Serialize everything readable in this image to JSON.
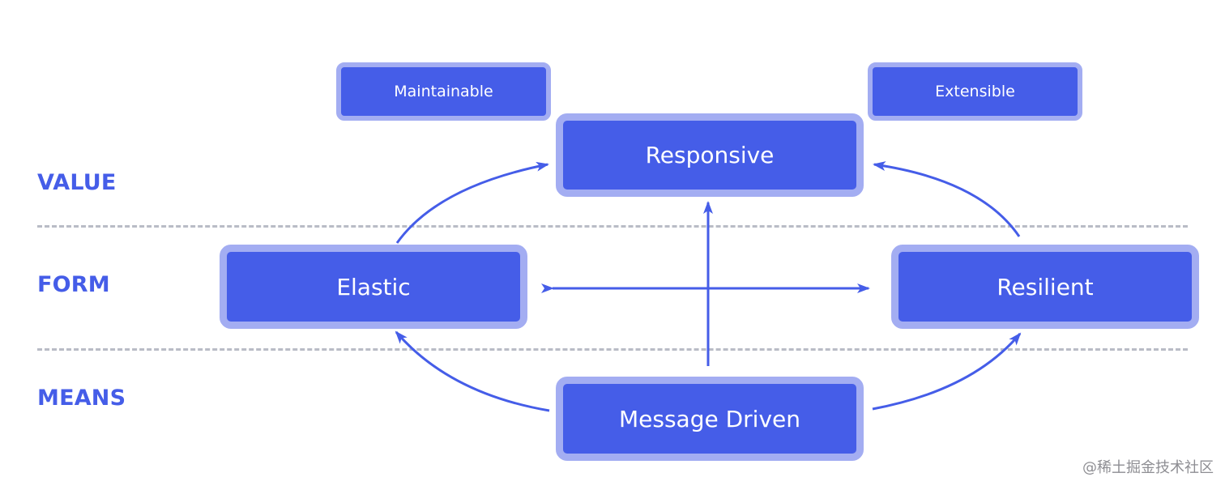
{
  "colors": {
    "node_fill": "#455de8",
    "node_border": "#a3adf2",
    "arrow": "#455de8",
    "layer_label": "#455de8",
    "separator": "#b9bcc6"
  },
  "layers": {
    "value": "VALUE",
    "form": "FORM",
    "means": "MEANS"
  },
  "nodes": {
    "maintainable": "Maintainable",
    "extensible": "Extensible",
    "responsive": "Responsive",
    "elastic": "Elastic",
    "resilient": "Resilient",
    "message_driven": "Message Driven"
  },
  "watermark": "@稀土掘金技术社区"
}
